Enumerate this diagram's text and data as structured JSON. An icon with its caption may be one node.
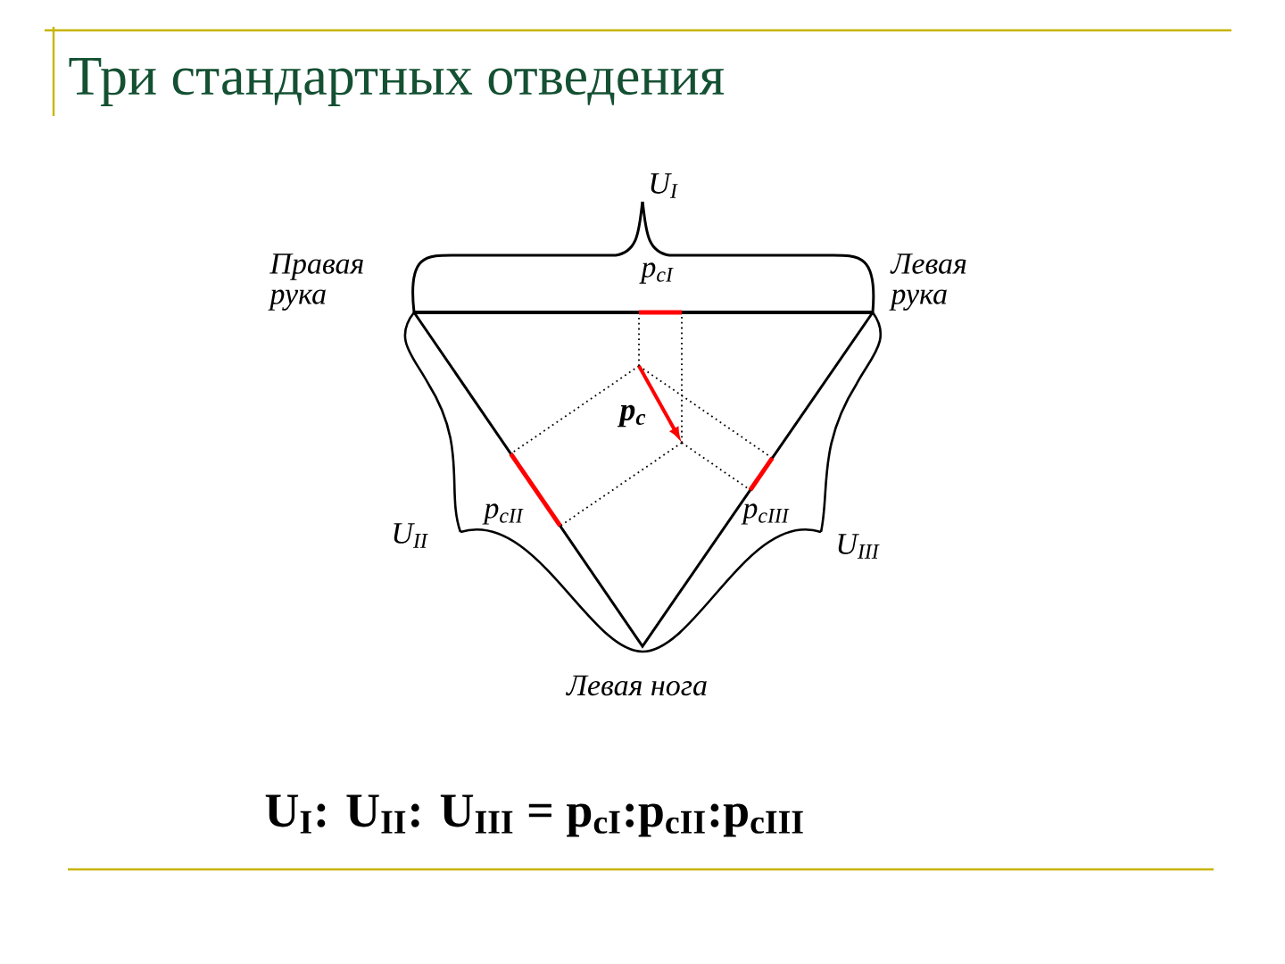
{
  "diagram": {
    "title": "Три стандартных отведения",
    "labels": [
      "U$_{I}$",
      "Правая рука",
      "Левая рука",
      "p$_{cI}$",
      "p$_{c}$",
      "U$_{II}$",
      "p$_{cII}$",
      "p$_{cIII}$",
      "U$_{III}$",
      "Левая нога",
      "U$_{I}$: U$_{II}$: U$_{III}$ = p$_{cI}$:p$_{cII}$:p$_{cIII}$"
    ]
  }
}
